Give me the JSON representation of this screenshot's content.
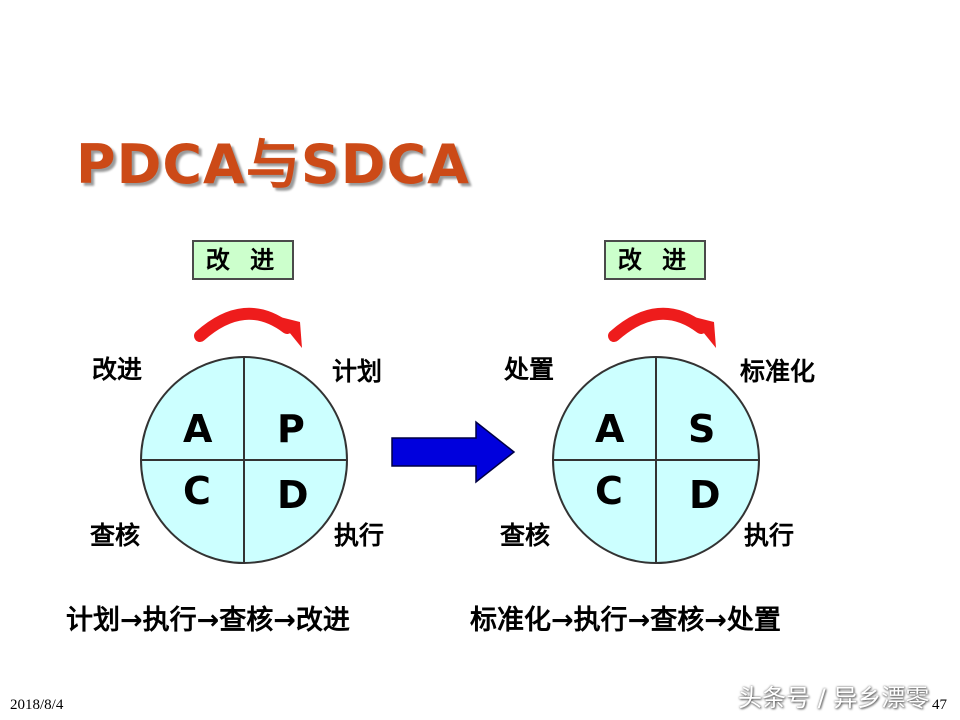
{
  "title": "PDCA与SDCA",
  "pdca": {
    "improve_label": "改 进",
    "corners": {
      "top_left": "改进",
      "top_right": "计划",
      "bottom_left": "查核",
      "bottom_right": "执行"
    },
    "quadrants": {
      "tl": "A",
      "tr": "P",
      "bl": "C",
      "br": "D"
    },
    "flow": "计划→执行→查核→改进"
  },
  "sdca": {
    "improve_label": "改 进",
    "corners": {
      "top_left": "处置",
      "top_right": "标准化",
      "bottom_left": "查核",
      "bottom_right": "执行"
    },
    "quadrants": {
      "tl": "A",
      "tr": "S",
      "bl": "C",
      "br": "D"
    },
    "flow": "标准化→执行→查核→处置"
  },
  "footer": {
    "date": "2018/8/4",
    "page": "47",
    "watermark": "头条号 / 异乡漂零"
  },
  "colors": {
    "title": "#cc4a17",
    "improve_box_bg": "#ccffcc",
    "circle_fill": "#ccffff",
    "curved_arrow": "#ee1c1c",
    "transition_arrow": "#0000dd"
  },
  "icons": {
    "cycle_arrow": "curved-arrow-icon",
    "transition": "right-arrow-icon"
  }
}
